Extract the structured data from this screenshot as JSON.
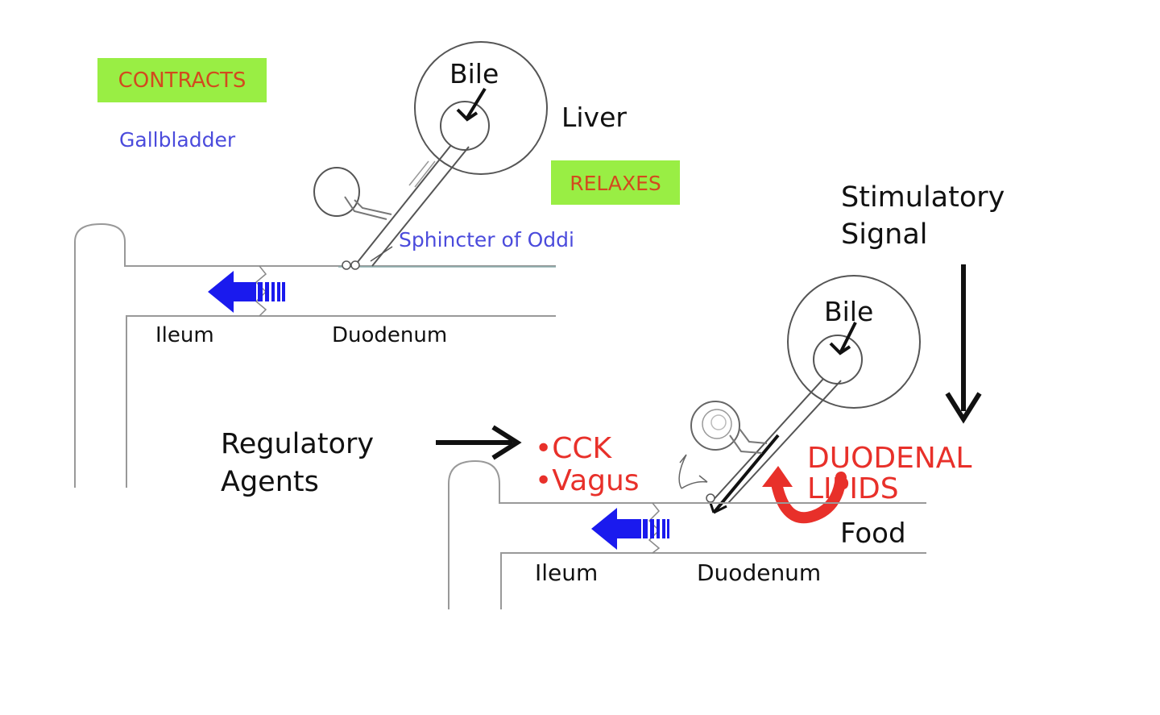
{
  "top_panel": {
    "contracts_label": "CONTRACTS",
    "gallbladder_label": "Gallbladder",
    "bile_label": "Bile",
    "liver_label": "Liver",
    "relaxes_label": "RELAXES",
    "sphincter_label": "Sphincter of Oddi",
    "ileum_label": "Ileum",
    "duodenum_label": "Duodenum"
  },
  "bottom_panel": {
    "bile_label": "Bile",
    "stimulatory_label_line1": "Stimulatory",
    "stimulatory_label_line2": "Signal",
    "regulatory_label_line1": "Regulatory",
    "regulatory_label_line2": "Agents",
    "agent_1": "•CCK",
    "agent_2": "•Vagus",
    "lipids_line1": "DUODENAL",
    "lipids_line2": "LIPIDS",
    "food_label": "Food",
    "ileum_label": "Ileum",
    "duodenum_label": "Duodenum"
  },
  "colors": {
    "highlight_box": "#99ee44",
    "state_text": "#d24a1e",
    "blue_label": "#4b4bdc",
    "red_label": "#e8302a",
    "flow_arrow": "#1a1aee"
  }
}
